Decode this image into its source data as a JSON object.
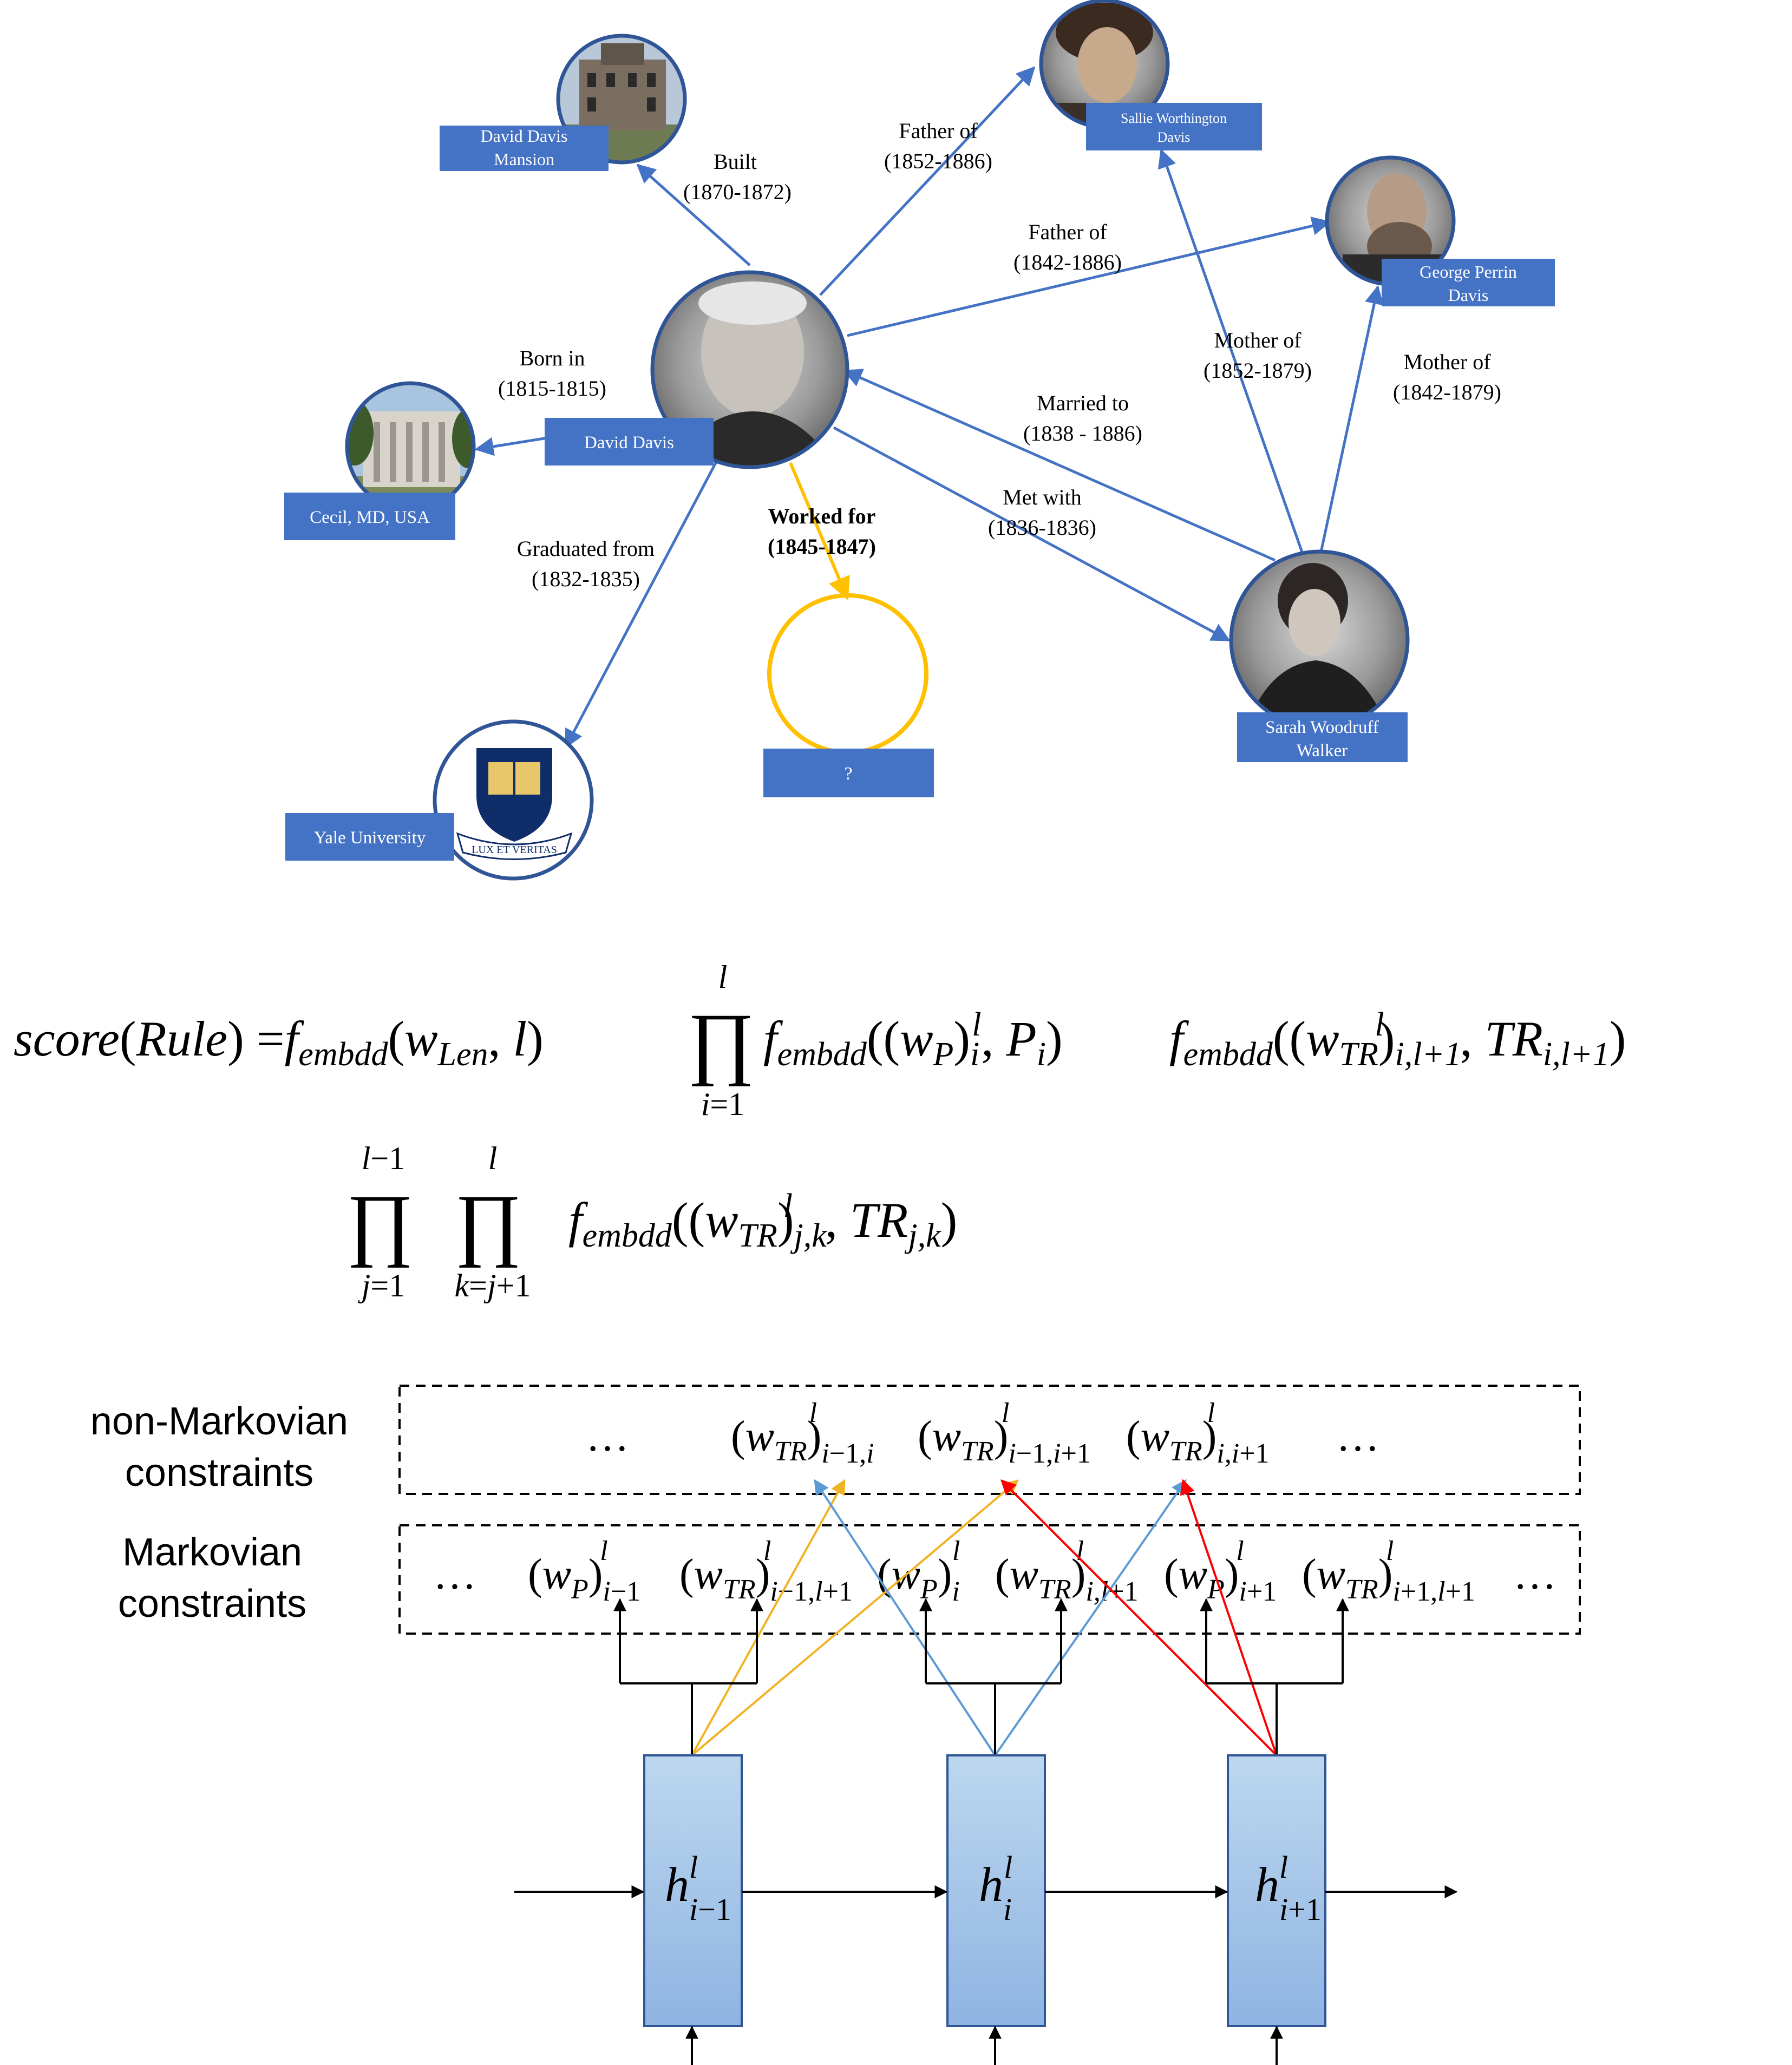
{
  "graph": {
    "nodes": {
      "mansion": {
        "label_line1": "David Davis",
        "label_line2": "Mansion",
        "picture": "mansion-photo"
      },
      "sallie": {
        "label_line1": "Sallie Worthington",
        "label_line2": "Davis",
        "picture": "portrait-photo"
      },
      "george": {
        "label_line1": "George Perrin",
        "label_line2": "Davis",
        "picture": "portrait-photo"
      },
      "david": {
        "label_line1": "David Davis",
        "picture": "portrait-photo"
      },
      "cecil": {
        "label_line1": "Cecil, MD, USA",
        "picture": "building-photo"
      },
      "sarah": {
        "label_line1": "Sarah Woodruff",
        "label_line2": "Walker",
        "picture": "portrait-photo"
      },
      "yale": {
        "label_line1": "Yale University",
        "picture": "yale-shield-logo",
        "logo_text": "LUX ET VERITAS"
      },
      "unknown": {
        "label_line1": "?"
      }
    },
    "edges": {
      "built": {
        "line1": "Built",
        "line2": "(1870-1872)"
      },
      "father_sallie": {
        "line1": "Father of",
        "line2": "(1852-1886)"
      },
      "father_george": {
        "line1": "Father of",
        "line2": "(1842-1886)"
      },
      "born_in": {
        "line1": "Born in",
        "line2": "(1815-1815)"
      },
      "mother_sallie": {
        "line1": "Mother of",
        "line2": "(1852-1879)"
      },
      "mother_george": {
        "line1": "Mother of",
        "line2": "(1842-1879)"
      },
      "married_to": {
        "line1": "Married to",
        "line2": "(1838 - 1886)"
      },
      "met_with": {
        "line1": "Met with",
        "line2": "(1836-1836)"
      },
      "worked_for": {
        "line1": "Worked for",
        "line2": "(1845-1847)"
      },
      "graduated_from": {
        "line1": "Graduated from",
        "line2": "(1832-1835)"
      }
    },
    "colors": {
      "node_border": "#2F5597",
      "label_fill": "#4472C4",
      "edge": "#4472C4",
      "query": "#FFC000"
    }
  },
  "formula": {
    "line1": "score(Rule) = f_embdd(w_Len, l) ∏_{i=1}^{l} f_embdd((w_P)_i^l, P_i) f_embdd((w_TR)_{i,l+1}^l, TR_{i,l+1})",
    "line2": "∏_{j=1}^{l-1} ∏_{k=j+1}^{l} f_embdd((w_TR)_{j,k}^l, TR_{j,k})"
  },
  "constraints": {
    "non_markov_label_line1": "non-Markovian",
    "non_markov_label_line2": "constraints",
    "markov_label_line1": "Markovian",
    "markov_label_line2": "constraints",
    "colors": {
      "cell_fill": "#9DC3E6",
      "cell_border": "#2F5597",
      "orange": "#F0B323",
      "blue": "#5B9BD5",
      "red": "#FF0000"
    }
  }
}
